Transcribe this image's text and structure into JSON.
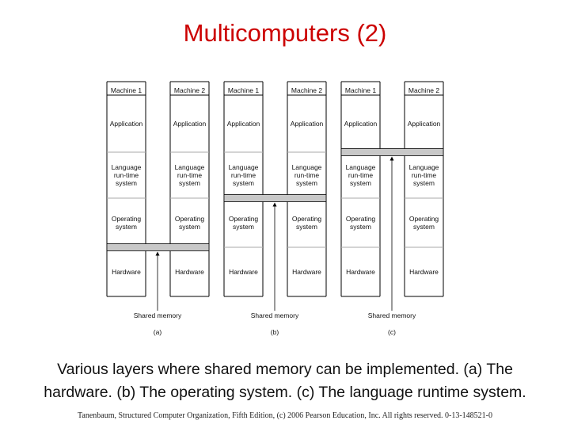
{
  "slide": {
    "title": "Multicomputers (2)",
    "caption_line1": "Various layers where shared memory can be implemented. (a) The",
    "caption_line2": "hardware.  (b) The operating system.  (c) The language runtime system.",
    "footer": "Tanenbaum, Structured Computer Organization, Fifth Edition, (c) 2006 Pearson Education, Inc. All rights reserved. 0-13-148521-0"
  },
  "diagram": {
    "colors": {
      "line": "#000000",
      "divider": "#aaaaaa",
      "shared_bar": "#c8c8c8",
      "text": "#111111"
    },
    "layers": [
      {
        "id": "application",
        "lines": [
          "Application"
        ]
      },
      {
        "id": "runtime",
        "lines": [
          "Language",
          "run-time",
          "system"
        ]
      },
      {
        "id": "os",
        "lines": [
          "Operating",
          "system"
        ]
      },
      {
        "id": "hardware",
        "lines": [
          "Hardware"
        ]
      }
    ],
    "panels": [
      {
        "machines": [
          "Machine 1",
          "Machine 2"
        ],
        "shared_label": "Shared memory",
        "panel_label": "(a)",
        "shared_between": [
          "os",
          "hardware"
        ]
      },
      {
        "machines": [
          "Machine 1",
          "Machine 2"
        ],
        "shared_label": "Shared memory",
        "panel_label": "(b)",
        "shared_between": [
          "runtime",
          "os"
        ]
      },
      {
        "machines": [
          "Machine 1",
          "Machine 2"
        ],
        "shared_label": "Shared memory",
        "panel_label": "(c)",
        "shared_between": [
          "application",
          "runtime"
        ]
      }
    ]
  }
}
